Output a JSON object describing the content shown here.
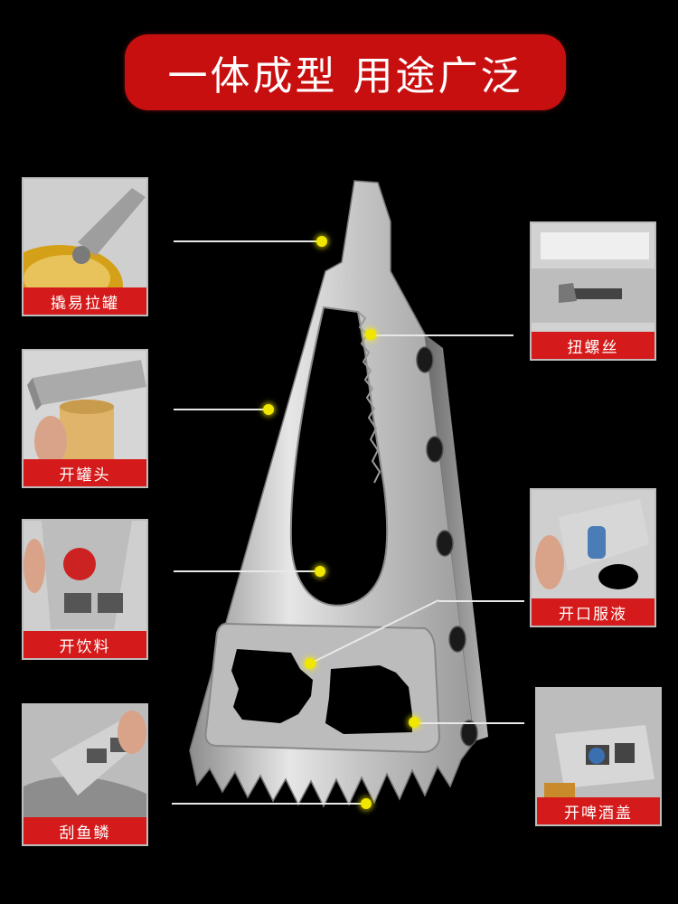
{
  "title": "一体成型 用途广泛",
  "colors": {
    "accent_red": "#d41a1a",
    "title_red": "#c80f0f",
    "marker_yellow": "#f0e600",
    "steel": "#c9c9c9"
  },
  "features_left": [
    {
      "label": "撬易拉罐",
      "icon": "pry-can-icon"
    },
    {
      "label": "开罐头",
      "icon": "open-tin-icon"
    },
    {
      "label": "开饮料",
      "icon": "open-drink-icon"
    },
    {
      "label": "刮鱼鳞",
      "icon": "fish-scale-icon"
    }
  ],
  "features_right": [
    {
      "label": "扭螺丝",
      "icon": "screw-icon"
    },
    {
      "label": "开口服液",
      "icon": "vial-icon"
    },
    {
      "label": "开啤酒盖",
      "icon": "beer-cap-icon"
    }
  ]
}
